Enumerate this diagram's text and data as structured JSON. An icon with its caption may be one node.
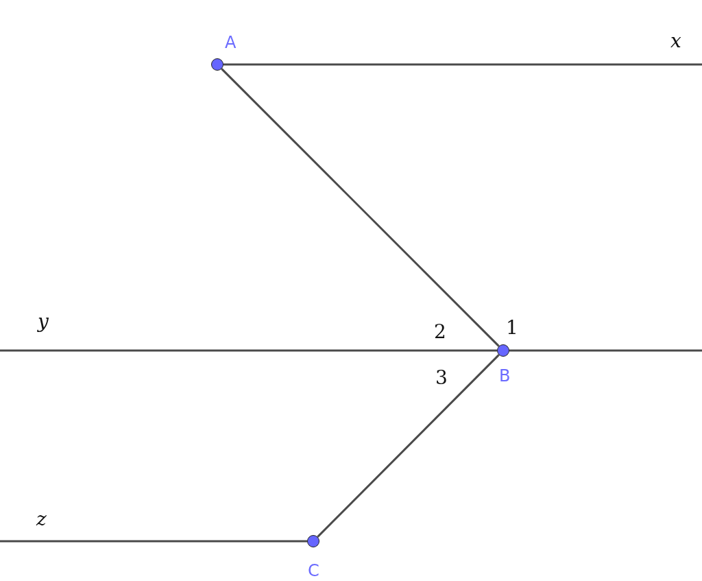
{
  "diagram": {
    "nodes": [
      {
        "text": [
          "A"
        ]
      },
      {
        "text": [
          "B"
        ]
      },
      {
        "text": [
          "C"
        ]
      }
    ],
    "edges": [
      {
        "from": 0,
        "to": 1,
        "arrow": "none"
      },
      {
        "from": 1,
        "to": 2,
        "arrow": "none"
      },
      {
        "from": 0,
        "to": null,
        "arrow": "none"
      },
      {
        "from": null,
        "to": 1,
        "arrow": "none"
      },
      {
        "from": 1,
        "to": null,
        "arrow": "none"
      },
      {
        "from": null,
        "to": 2,
        "arrow": "none"
      }
    ],
    "labels": [
      "x",
      "y",
      "2",
      "1",
      "3",
      "z"
    ]
  }
}
